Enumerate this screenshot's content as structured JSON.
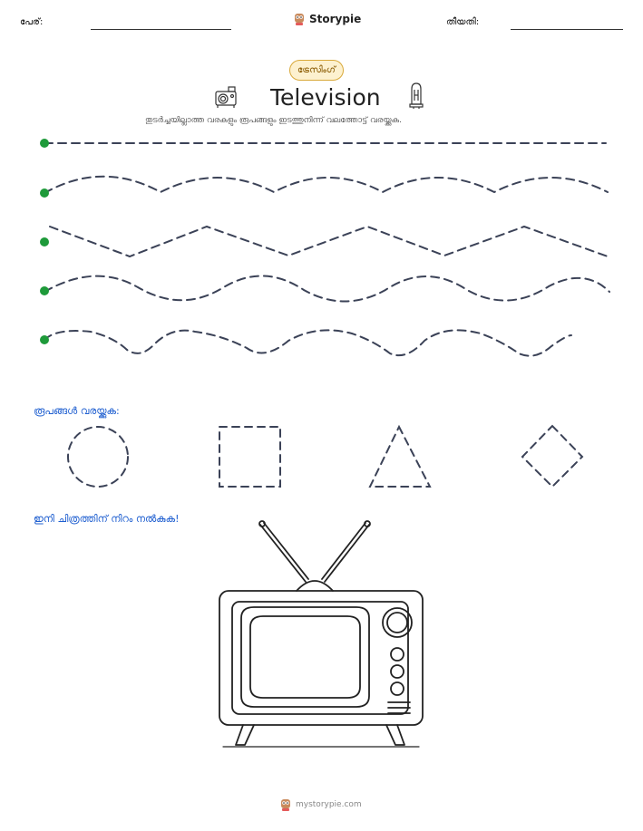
{
  "header": {
    "name_label": "പേര്:",
    "brand_name": "Storypie",
    "date_label": "തീയതി:"
  },
  "badge": "ട്രേസിംഗ്",
  "title": "Television",
  "instruction": "തുടർച്ചയില്ലാത്ത വരകളും രൂപങ്ങളും ഇടത്തുനിന്ന് വലത്തോട്ട് വരയ്ക്കുക.",
  "shapes_heading": "രൂപങ്ങൾ വരയ്ക്കുക:",
  "coloring_heading": "ഇനി ചിത്രത്തിന് നിറം നൽകുക!",
  "footer": {
    "site": "mystorypie.com"
  },
  "tracing_lines": [
    "straight",
    "wave",
    "zigzag",
    "wave",
    "bumps"
  ],
  "shapes": [
    "circle",
    "square",
    "triangle",
    "diamond"
  ],
  "icons": [
    "camera-icon",
    "vacuum-tube-icon",
    "storypie-mascot-icon",
    "television-illustration"
  ],
  "colors": {
    "accent_blue": "#1f5fd0",
    "start_dot": "#1e9a3a",
    "dash": "#3b4257",
    "badge_border": "#d9a93a",
    "badge_bg": "#fdf1cf"
  }
}
